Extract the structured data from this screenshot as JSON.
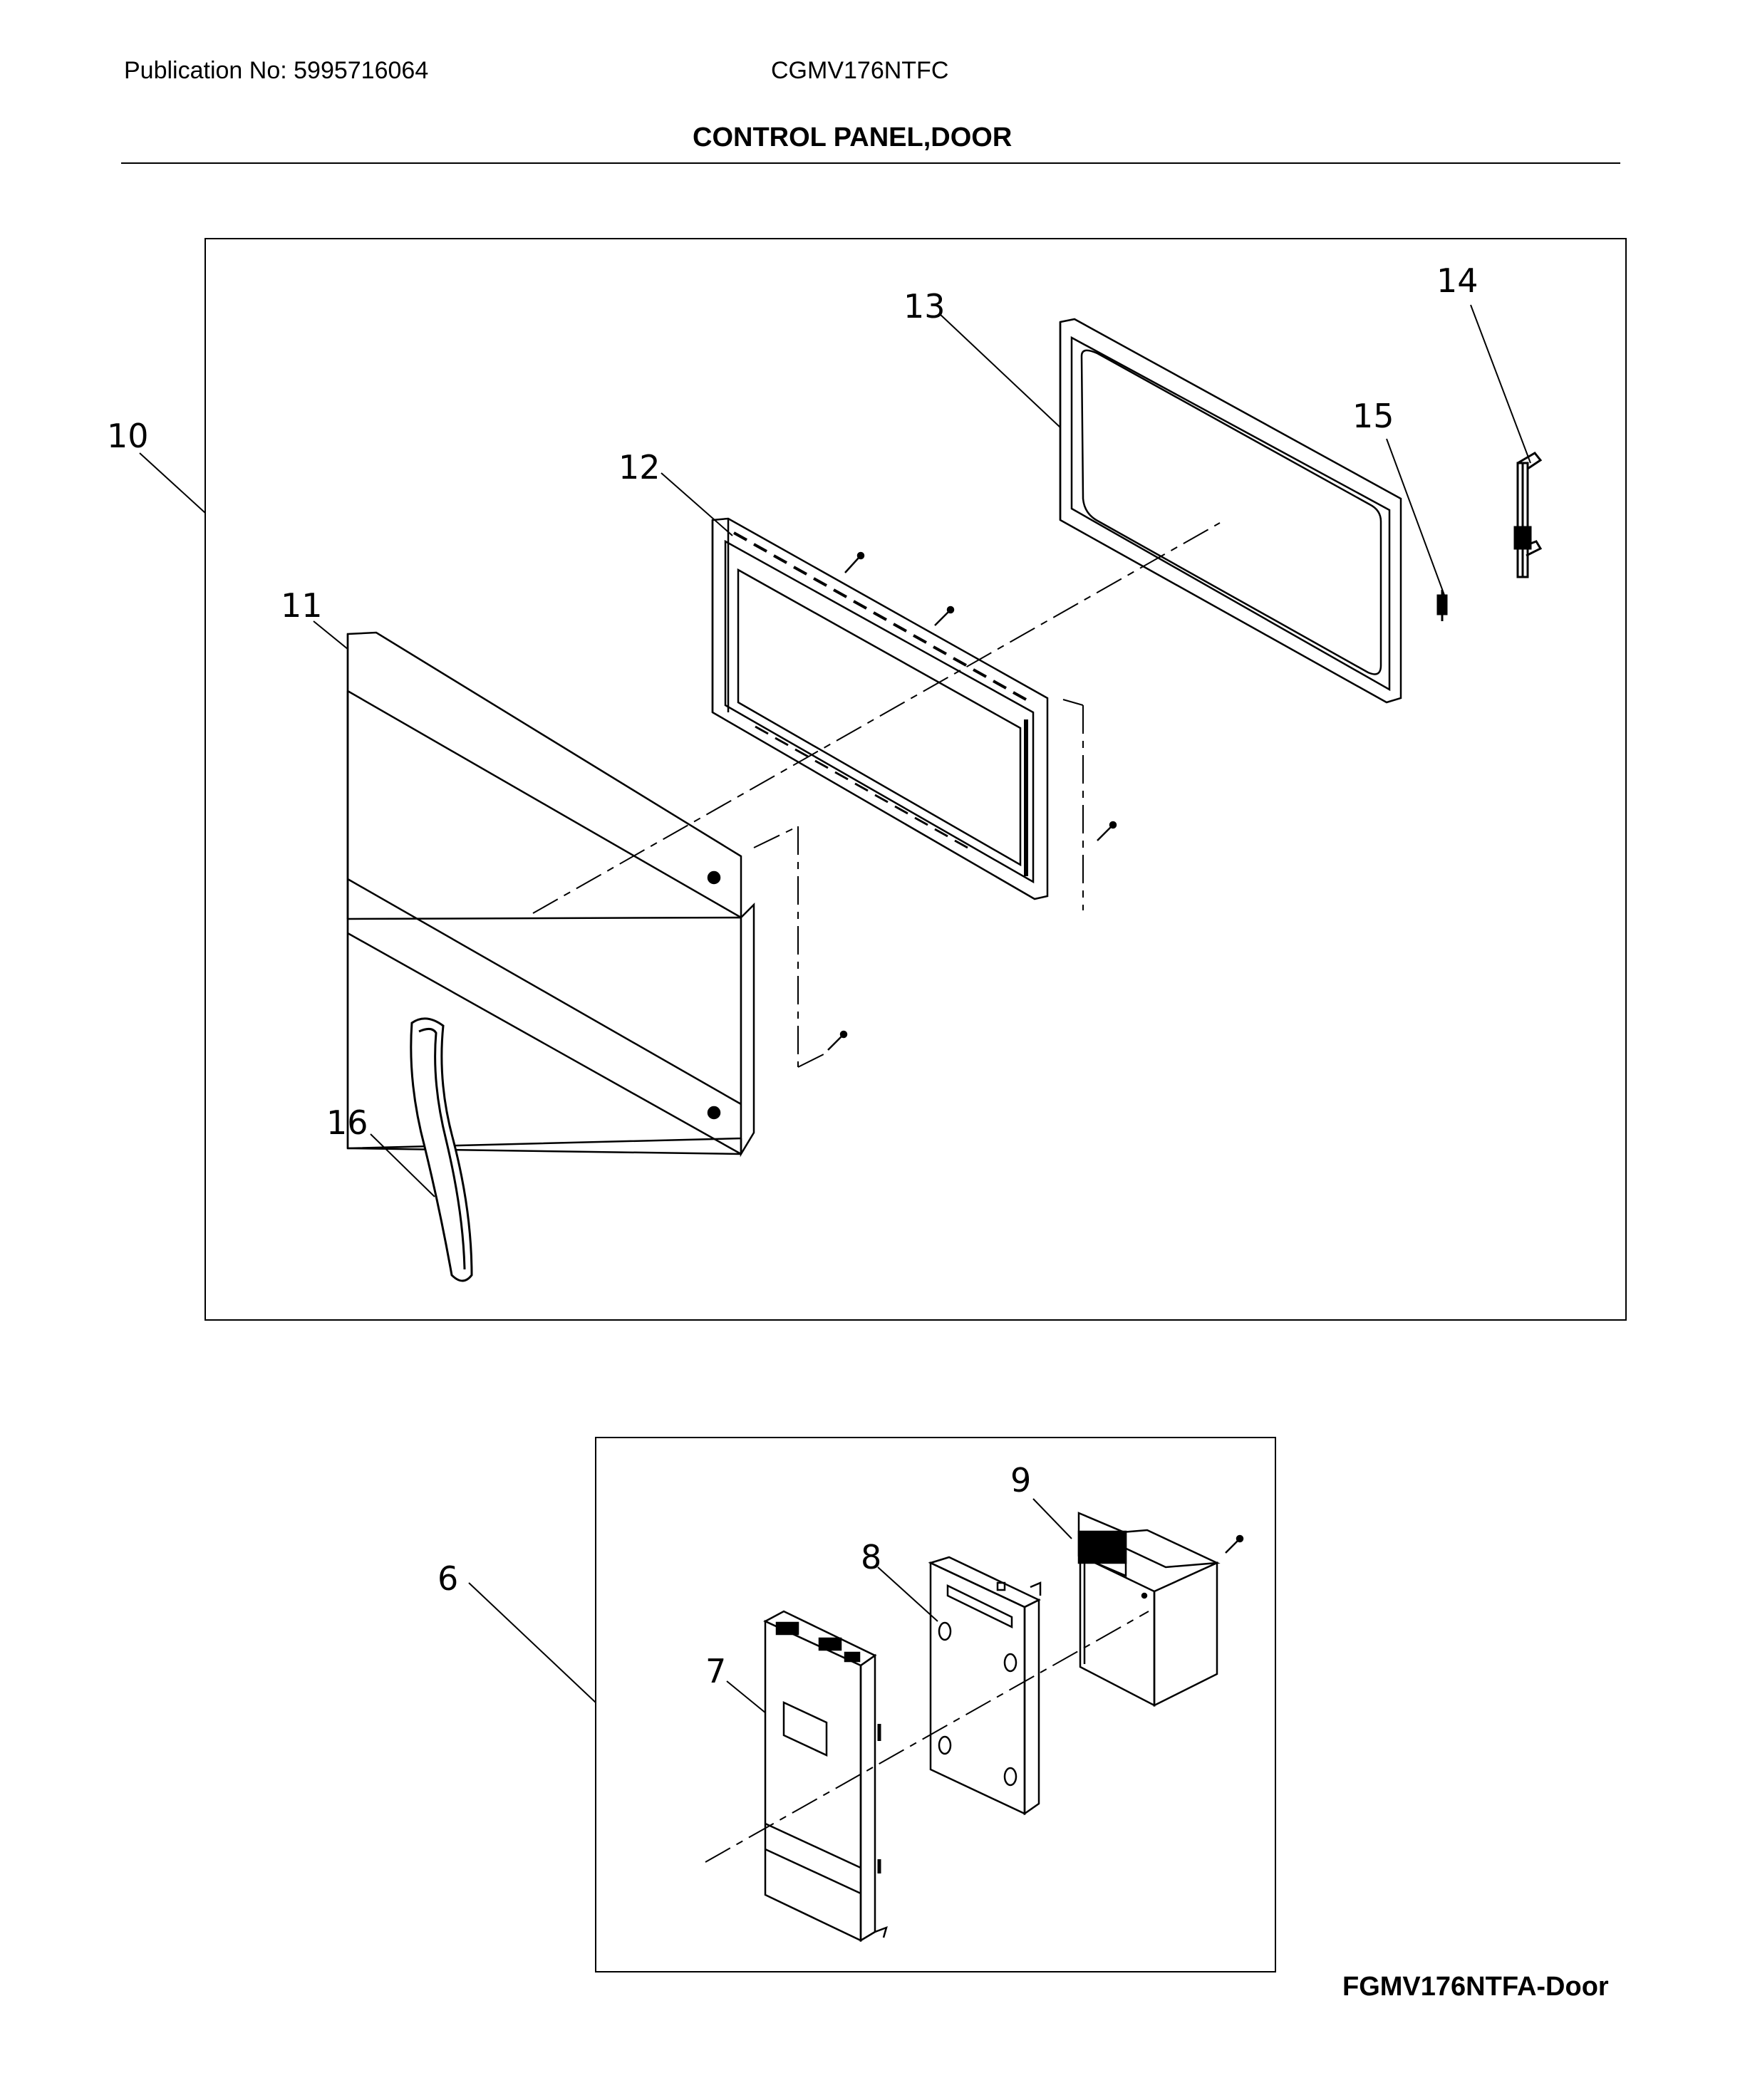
{
  "header": {
    "publication": "Publication No: 5995716064",
    "model": "CGMV176NTFC",
    "section_title": "CONTROL PANEL,DOOR"
  },
  "footer": {
    "figure_label": "FGMV176NTFA-Door"
  },
  "callouts": {
    "door": [
      "10",
      "11",
      "12",
      "13",
      "14",
      "15",
      "16"
    ],
    "control_panel": [
      "6",
      "7",
      "8",
      "9"
    ]
  }
}
